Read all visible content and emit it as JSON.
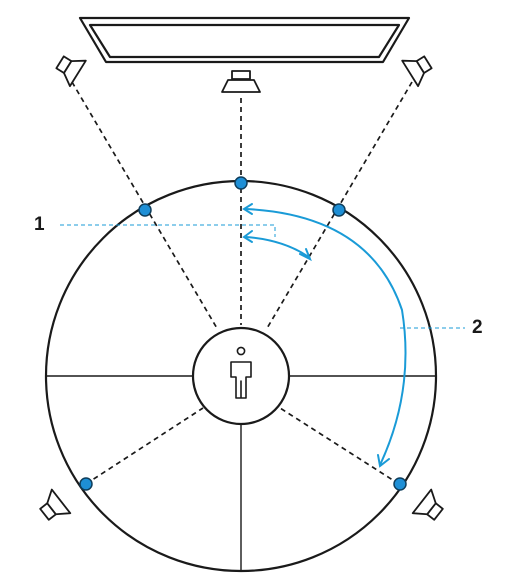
{
  "callouts": [
    {
      "label": "1"
    },
    {
      "label": "2"
    }
  ],
  "colors": {
    "line": "#1a1a1a",
    "accent": "#1a9bd7",
    "dot": "#1e8fd6",
    "dot_stroke": "#0f3e5c",
    "background": "#ffffff"
  },
  "icons": {
    "screen": "tv-screen-icon",
    "speaker": "speaker-icon",
    "listener": "person-icon",
    "angle_marker": "blue-dot"
  }
}
